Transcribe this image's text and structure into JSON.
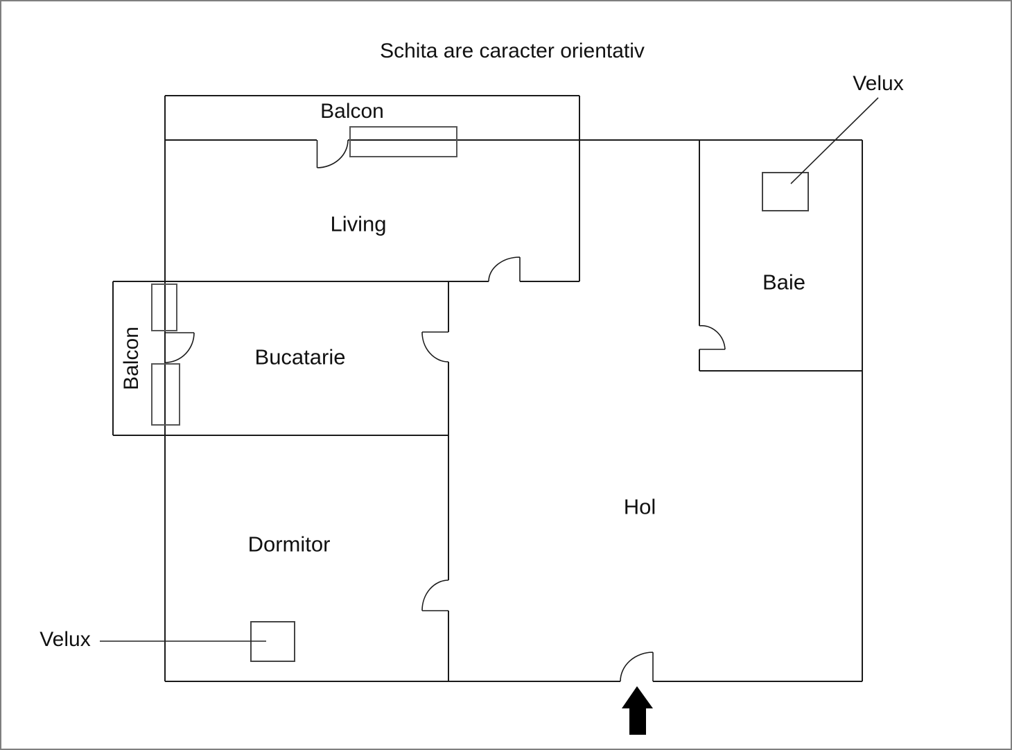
{
  "title": "Schita are caracter orientativ",
  "rooms": {
    "balcon_top": "Balcon",
    "living": "Living",
    "bucatarie": "Bucatarie",
    "balcon_left": "Balcon",
    "dormitor": "Dormitor",
    "hol": "Hol",
    "baie": "Baie"
  },
  "annotations": {
    "velux_top": "Velux",
    "velux_bottom": "Velux"
  },
  "colors": {
    "wall": "#1a1a1a",
    "window_stroke": "#555555",
    "outer_border": "#7f7f7f",
    "background": "#ffffff",
    "arrow": "#000000",
    "text": "#111111"
  }
}
